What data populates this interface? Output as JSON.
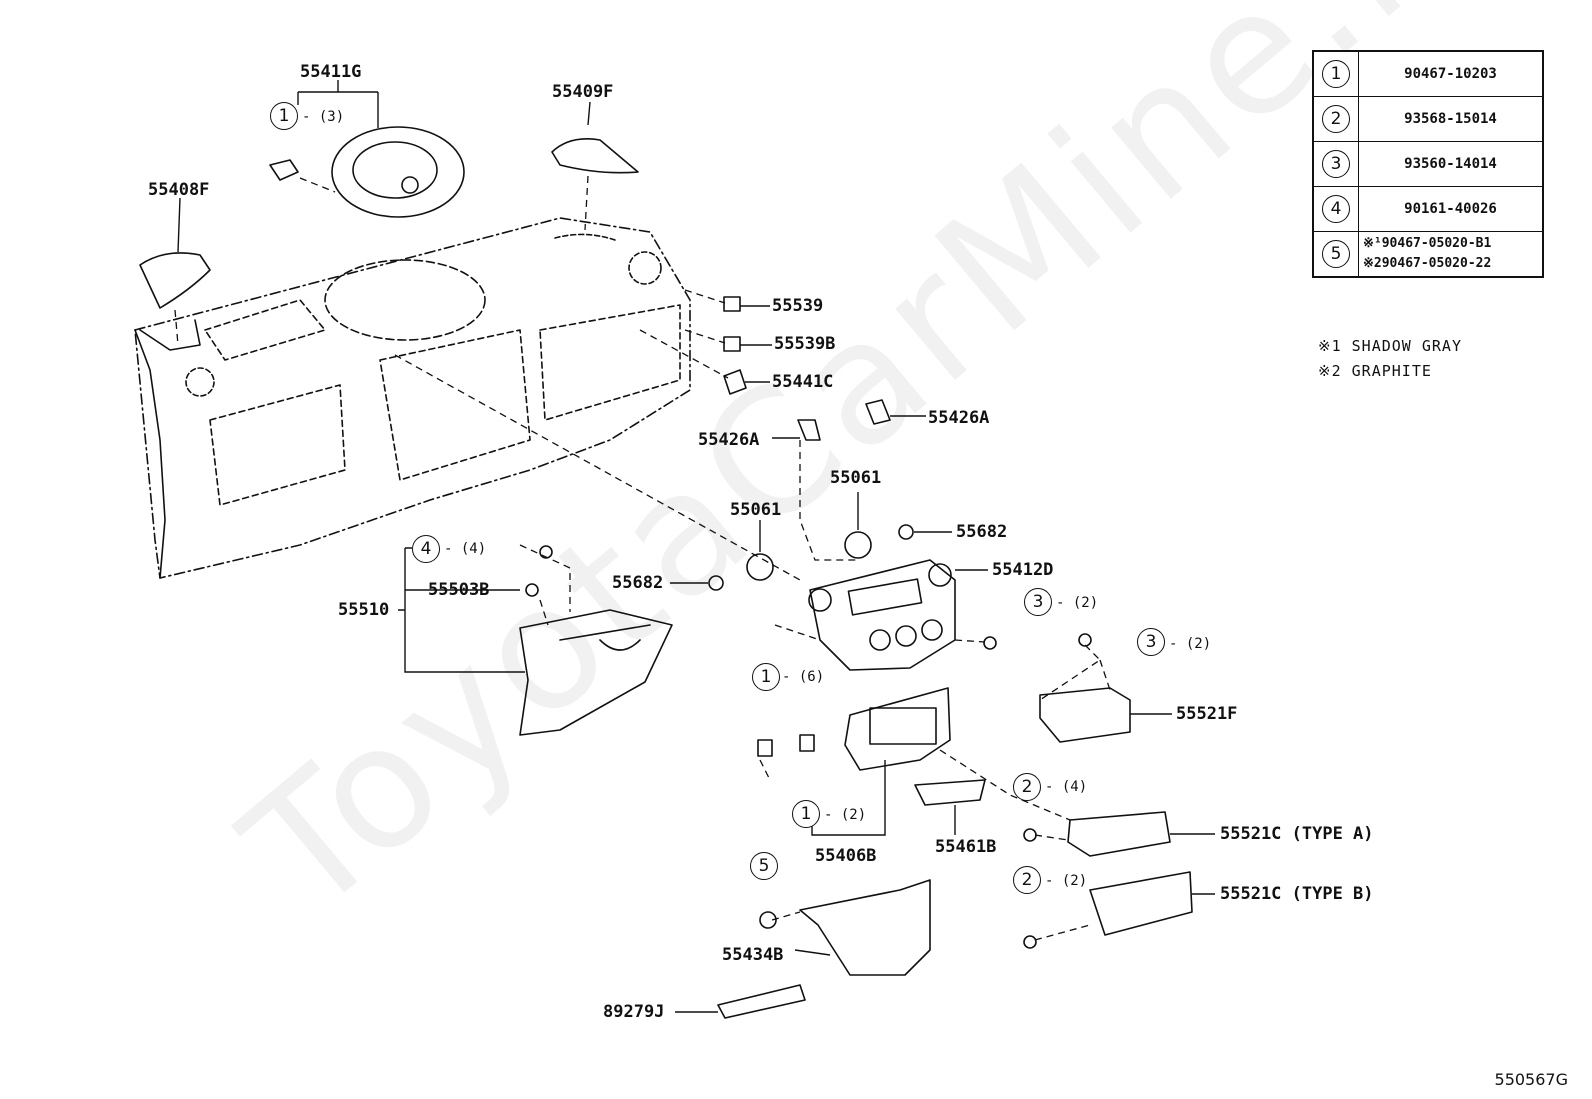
{
  "watermark": "ToyotaCarMine.ru",
  "diagram_code": "550567G",
  "parts_table": [
    {
      "key": "1",
      "lines": [
        "90467-10203"
      ]
    },
    {
      "key": "2",
      "lines": [
        "93568-15014"
      ]
    },
    {
      "key": "3",
      "lines": [
        "93560-14014"
      ]
    },
    {
      "key": "4",
      "lines": [
        "90161-40026"
      ]
    },
    {
      "key": "5",
      "lines": [
        "※¹90467-05020-B1",
        "※290467-05020-22"
      ]
    }
  ],
  "notes": [
    "※1  SHADOW GRAY",
    "※2  GRAPHITE"
  ],
  "labels": {
    "p55411G": "55411G",
    "p55409F": "55409F",
    "p55408F": "55408F",
    "p55539": "55539",
    "p55539B": "55539B",
    "p55441C": "55441C",
    "p55426A_right": "55426A",
    "p55426A_left": "55426A",
    "p55061_right": "55061",
    "p55061_left": "55061",
    "p55682_right": "55682",
    "p55682_left": "55682",
    "p55412D": "55412D",
    "p55510": "55510",
    "p55503B": "55503B",
    "p55521F": "55521F",
    "p55521C_a": "55521C (TYPE A)",
    "p55521C_b": "55521C (TYPE B)",
    "p55406B": "55406B",
    "p55461B": "55461B",
    "p55434B": "55434B",
    "p89279J": "89279J"
  },
  "callouts": {
    "c1a": {
      "num": "1",
      "qty": "(3)"
    },
    "c4": {
      "num": "4",
      "qty": "(4)"
    },
    "c3a": {
      "num": "3",
      "qty": "(2)"
    },
    "c3b": {
      "num": "3",
      "qty": "(2)"
    },
    "c1b": {
      "num": "1",
      "qty": "(6)"
    },
    "c2a": {
      "num": "2",
      "qty": "(4)"
    },
    "c1c": {
      "num": "1",
      "qty": "(2)"
    },
    "c2b": {
      "num": "2",
      "qty": "(2)"
    },
    "c5": {
      "num": "5",
      "qty": ""
    }
  }
}
